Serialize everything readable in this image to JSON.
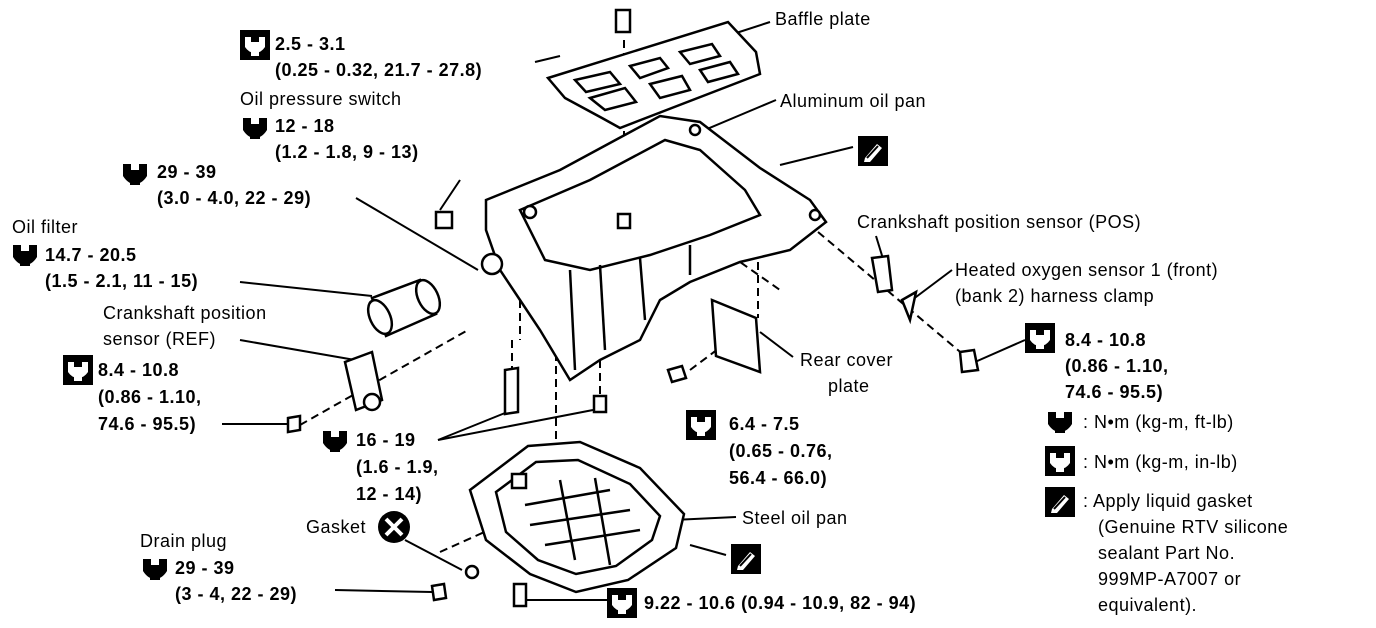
{
  "labels": {
    "baffle_plate": "Baffle plate",
    "aluminum_oil_pan": "Aluminum oil pan",
    "oil_pressure_switch": "Oil pressure switch",
    "oil_filter": "Oil filter",
    "crank_ref_1": "Crankshaft position",
    "crank_ref_2": "sensor (REF)",
    "crank_pos": "Crankshaft position sensor (POS)",
    "ho2s_1": "Heated oxygen sensor 1 (front)",
    "ho2s_2": "(bank 2) harness clamp",
    "rear_cover_1": "Rear cover",
    "rear_cover_2": "plate",
    "gasket": "Gasket",
    "steel_oil_pan": "Steel oil pan",
    "drain_plug": "Drain plug"
  },
  "torque": {
    "baffle_1": "2.5 - 3.1",
    "baffle_2": "(0.25 - 0.32, 21.7 - 27.8)",
    "ops_1": "12 - 18",
    "ops_2": "(1.2 - 1.8, 9 - 13)",
    "bolt29_1": "29 - 39",
    "bolt29_2": "(3.0 - 4.0, 22 - 29)",
    "filter_1": "14.7 - 20.5",
    "filter_2": "(1.5 - 2.1, 11 - 15)",
    "ref_1": "8.4 - 10.8",
    "ref_2": "(0.86 - 1.10,",
    "ref_3": "74.6 - 95.5)",
    "b16_1": "16 - 19",
    "b16_2": "(1.6 - 1.9,",
    "b16_3": "12 - 14)",
    "rear_1": "6.4 - 7.5",
    "rear_2": "(0.65 - 0.76,",
    "rear_3": "56.4 - 66.0)",
    "pos_1": "8.4 - 10.8",
    "pos_2": "(0.86 - 1.10,",
    "pos_3": "74.6 - 95.5)",
    "drain_1": "29 - 39",
    "drain_2": "(3 - 4, 22 - 29)",
    "steel": "9.22 - 10.6 (0.94 - 10.9, 82 - 94)"
  },
  "legend": {
    "ftlb": ": N•m (kg-m, ft-lb)",
    "inlb": ": N•m (kg-m, in-lb)",
    "gasket_1": ": Apply liquid gasket",
    "gasket_2": "(Genuine RTV silicone",
    "gasket_3": "sealant Part No.",
    "gasket_4": "999MP-A7007 or",
    "gasket_5": "equivalent)."
  },
  "icons": {
    "wrench_ftlb": "torque-wrench-ftlb-icon",
    "wrench_inlb": "torque-wrench-inlb-icon",
    "liquid_gasket": "liquid-gasket-icon",
    "gasket_x": "do-not-reuse-gasket-icon"
  }
}
